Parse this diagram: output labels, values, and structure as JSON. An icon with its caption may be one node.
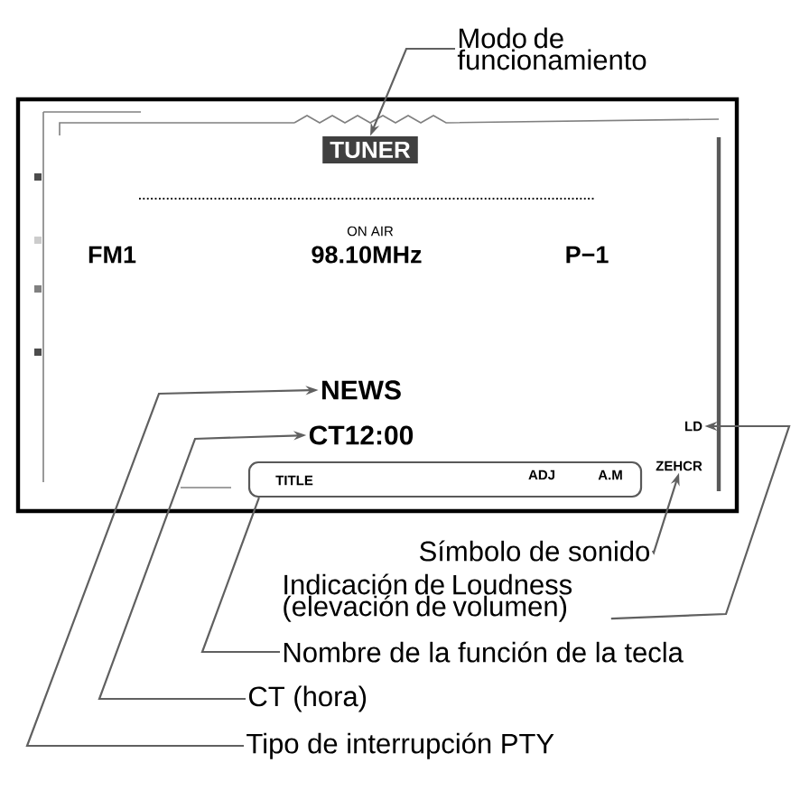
{
  "diagram": {
    "nodes": [
      {
        "text": [
          "Modo de funcionamiento"
        ]
      },
      {
        "text": [
          "TUNER"
        ]
      },
      {
        "text": [
          "NEWS"
        ]
      },
      {
        "text": [
          "CT12:00"
        ]
      },
      {
        "text": [
          "LD"
        ]
      },
      {
        "text": [
          "TITLE",
          "ADJ",
          "A.M"
        ]
      },
      {
        "text": [
          "ZEHCR"
        ]
      },
      {
        "text": [
          "Símbolo de sonido"
        ]
      },
      {
        "text": [
          "Indicación de Loudness (elevación de volumen)"
        ]
      },
      {
        "text": [
          "Nombre de la función de la tecla"
        ]
      },
      {
        "text": [
          "CT (hora)"
        ]
      },
      {
        "text": [
          "Tipo de interrupción PTY"
        ]
      }
    ],
    "edges": [
      {
        "from": 0,
        "to": 1,
        "arrow": "to"
      },
      {
        "from": 7,
        "to": 6,
        "arrow": "to"
      },
      {
        "from": 8,
        "to": 4,
        "arrow": "to"
      },
      {
        "from": 9,
        "to": 5,
        "arrow": "none"
      },
      {
        "from": 10,
        "to": 3,
        "arrow": "to"
      },
      {
        "from": 11,
        "to": 2,
        "arrow": "to"
      }
    ],
    "labels": [
      "ON AIR",
      "FM1",
      "98.10MHz",
      "P−1"
    ]
  }
}
